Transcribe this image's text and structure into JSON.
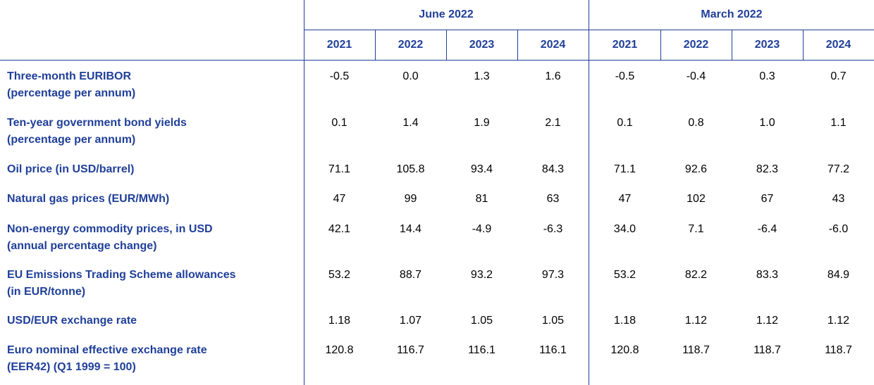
{
  "groups": [
    {
      "label": "June 2022"
    },
    {
      "label": "March 2022"
    }
  ],
  "years": [
    "2021",
    "2022",
    "2023",
    "2024",
    "2021",
    "2022",
    "2023",
    "2024"
  ],
  "rows": [
    {
      "label_1": "Three-month EURIBOR",
      "label_2": "(percentage per annum)",
      "values": [
        "-0.5",
        "0.0",
        "1.3",
        "1.6",
        "-0.5",
        "-0.4",
        "0.3",
        "0.7"
      ]
    },
    {
      "label_1": "Ten-year government bond yields",
      "label_2": "(percentage per annum)",
      "values": [
        "0.1",
        "1.4",
        "1.9",
        "2.1",
        "0.1",
        "0.8",
        "1.0",
        "1.1"
      ]
    },
    {
      "label_1": "Oil price (in USD/barrel)",
      "label_2": "",
      "values": [
        "71.1",
        "105.8",
        "93.4",
        "84.3",
        "71.1",
        "92.6",
        "82.3",
        "77.2"
      ]
    },
    {
      "label_1": "Natural gas prices (EUR/MWh)",
      "label_2": "",
      "values": [
        "47",
        "99",
        "81",
        "63",
        "47",
        "102",
        "67",
        "43"
      ]
    },
    {
      "label_1": "Non-energy commodity prices, in USD",
      "label_2": "(annual percentage change)",
      "values": [
        "42.1",
        "14.4",
        "-4.9",
        "-6.3",
        "34.0",
        "7.1",
        "-6.4",
        "-6.0"
      ]
    },
    {
      "label_1": "EU Emissions Trading Scheme allowances",
      "label_2": "(in EUR/tonne)",
      "values": [
        "53.2",
        "88.7",
        "93.2",
        "97.3",
        "53.2",
        "82.2",
        "83.3",
        "84.9"
      ]
    },
    {
      "label_1": "USD/EUR exchange rate",
      "label_2": "",
      "values": [
        "1.18",
        "1.07",
        "1.05",
        "1.05",
        "1.18",
        "1.12",
        "1.12",
        "1.12"
      ]
    },
    {
      "label_1": "Euro nominal effective exchange rate",
      "label_2": "(EER42) (Q1 1999 = 100)",
      "values": [
        "120.8",
        "116.7",
        "116.1",
        "116.1",
        "120.8",
        "118.7",
        "118.7",
        "118.7"
      ]
    }
  ]
}
